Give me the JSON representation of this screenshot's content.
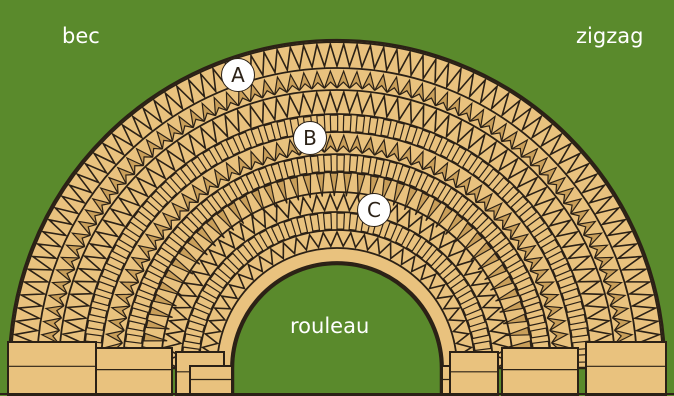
{
  "labels": {
    "top_left": "bec",
    "top_right": "zigzag",
    "center": "rouleau"
  },
  "markers": [
    "A",
    "B",
    "C"
  ],
  "colors": {
    "background": "#5a8a2c",
    "stone": "#e9c27e",
    "stone_dark": "#c99f5a",
    "ink": "#2b2116",
    "marker_fill": "#ffffff"
  }
}
